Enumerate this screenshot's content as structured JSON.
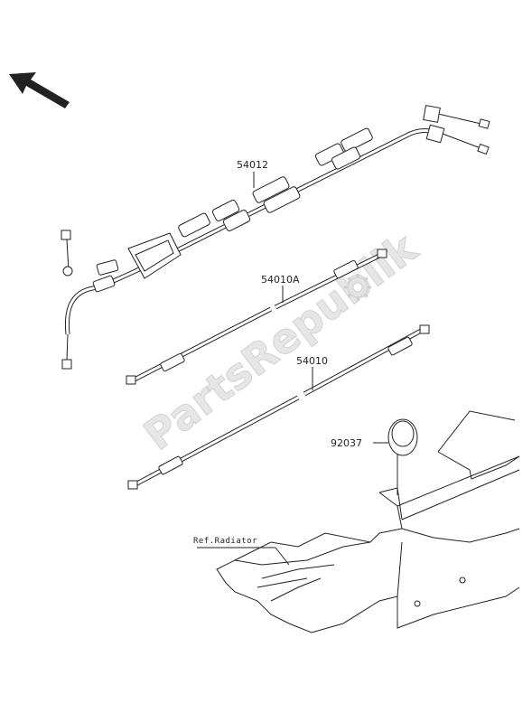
{
  "watermark": {
    "text": "PartsRepublik",
    "icon": "gear-icon"
  },
  "labels": {
    "throttle_cable": "54012",
    "choke_cable_a": "54010A",
    "choke_cable": "54010",
    "grommet": "92037",
    "reference": "Ref.Radiator"
  },
  "icons": {
    "direction": "front-direction-arrow-icon"
  }
}
